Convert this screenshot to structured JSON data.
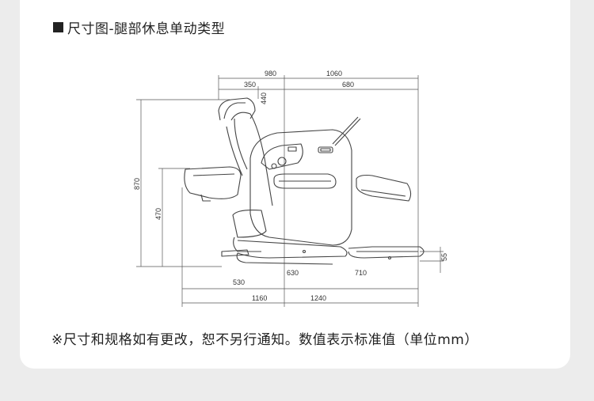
{
  "page": {
    "title": "尺寸图-腿部休息单动类型",
    "footnote": "※尺寸和规格如有更改，恕不另行通知。数值表示标准值（单位mm）"
  },
  "dimensions": {
    "top_left_total": "980",
    "top_right_total": "1060",
    "top_left_part": "350",
    "top_right_part": "680",
    "headrest": "440",
    "height_total": "870",
    "seat_height": "470",
    "floor_gap": "55",
    "bottom_left_part": "530",
    "bottom_mid": "630",
    "bottom_right_part": "710",
    "bottom_left_total": "1160",
    "bottom_right_total": "1240"
  },
  "colors": {
    "line": "#444444",
    "dim": "#555555",
    "card": "#ffffff",
    "bg": "#ececec"
  }
}
